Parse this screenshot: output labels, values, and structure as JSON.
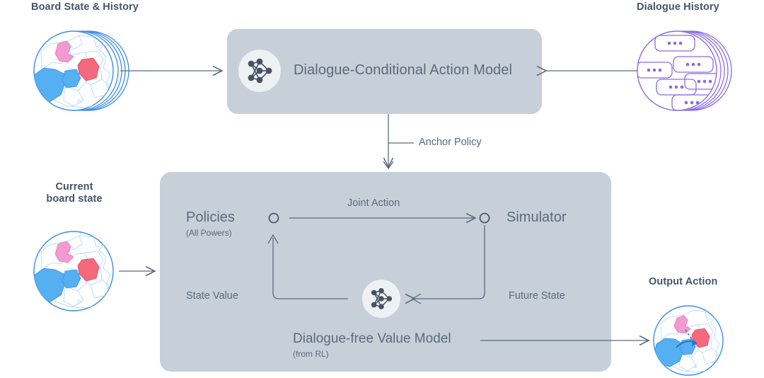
{
  "diagram": {
    "title_top_left": "Board State & History",
    "title_top_right": "Dialogue History",
    "title_mid_left_line1": "Current",
    "title_mid_left_line2": "board state",
    "title_bottom_right": "Output Action",
    "top_box": {
      "label": "Dialogue-Conditional Action Model",
      "icon": "neural-network-icon"
    },
    "anchor_policy_label": "Anchor Policy",
    "bottom_box": {
      "policies_label": "Policies",
      "policies_sub": "(All Powers)",
      "simulator_label": "Simulator",
      "joint_action_label": "Joint Action",
      "state_value_label": "State Value",
      "future_state_label": "Future State",
      "value_model_label": "Dialogue-free Value Model",
      "value_model_sub": "(from RL)",
      "icon": "neural-network-icon"
    },
    "colors": {
      "box_fill": "#c7cfd8",
      "line": "#5d6b7c",
      "text": "#5a6b7d",
      "map_outline_blue": "#3d8ce8",
      "map_region_blue": "#54b0f0",
      "map_region_red": "#f4697c",
      "map_region_pink": "#f39ad0",
      "dialogue_purple": "#8b6ce0",
      "icon_node": "#465362",
      "icon_bg": "#eef1f4"
    }
  }
}
